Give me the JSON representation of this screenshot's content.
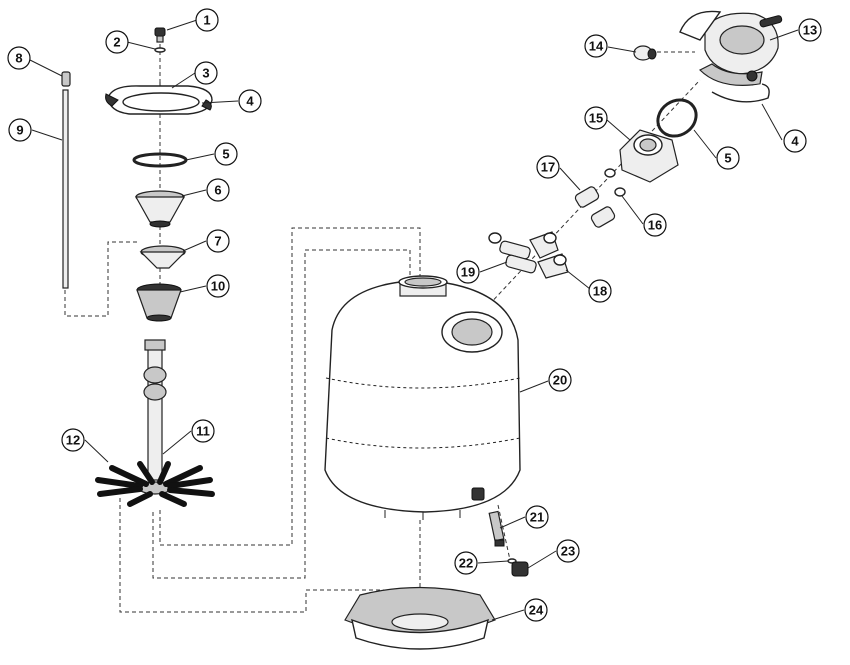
{
  "callouts": [
    {
      "id": "c1",
      "label": "1"
    },
    {
      "id": "c2",
      "label": "2"
    },
    {
      "id": "c3",
      "label": "3"
    },
    {
      "id": "c4a",
      "label": "4"
    },
    {
      "id": "c5a",
      "label": "5"
    },
    {
      "id": "c6",
      "label": "6"
    },
    {
      "id": "c7",
      "label": "7"
    },
    {
      "id": "c8",
      "label": "8"
    },
    {
      "id": "c9",
      "label": "9"
    },
    {
      "id": "c10",
      "label": "10"
    },
    {
      "id": "c11",
      "label": "11"
    },
    {
      "id": "c12",
      "label": "12"
    },
    {
      "id": "c13",
      "label": "13"
    },
    {
      "id": "c14",
      "label": "14"
    },
    {
      "id": "c15",
      "label": "15"
    },
    {
      "id": "c4b",
      "label": "4"
    },
    {
      "id": "c5b",
      "label": "5"
    },
    {
      "id": "c16",
      "label": "16"
    },
    {
      "id": "c17",
      "label": "17"
    },
    {
      "id": "c18",
      "label": "18"
    },
    {
      "id": "c19",
      "label": "19"
    },
    {
      "id": "c20",
      "label": "20"
    },
    {
      "id": "c21",
      "label": "21"
    },
    {
      "id": "c22",
      "label": "22"
    },
    {
      "id": "c23",
      "label": "23"
    },
    {
      "id": "c24",
      "label": "24"
    }
  ]
}
